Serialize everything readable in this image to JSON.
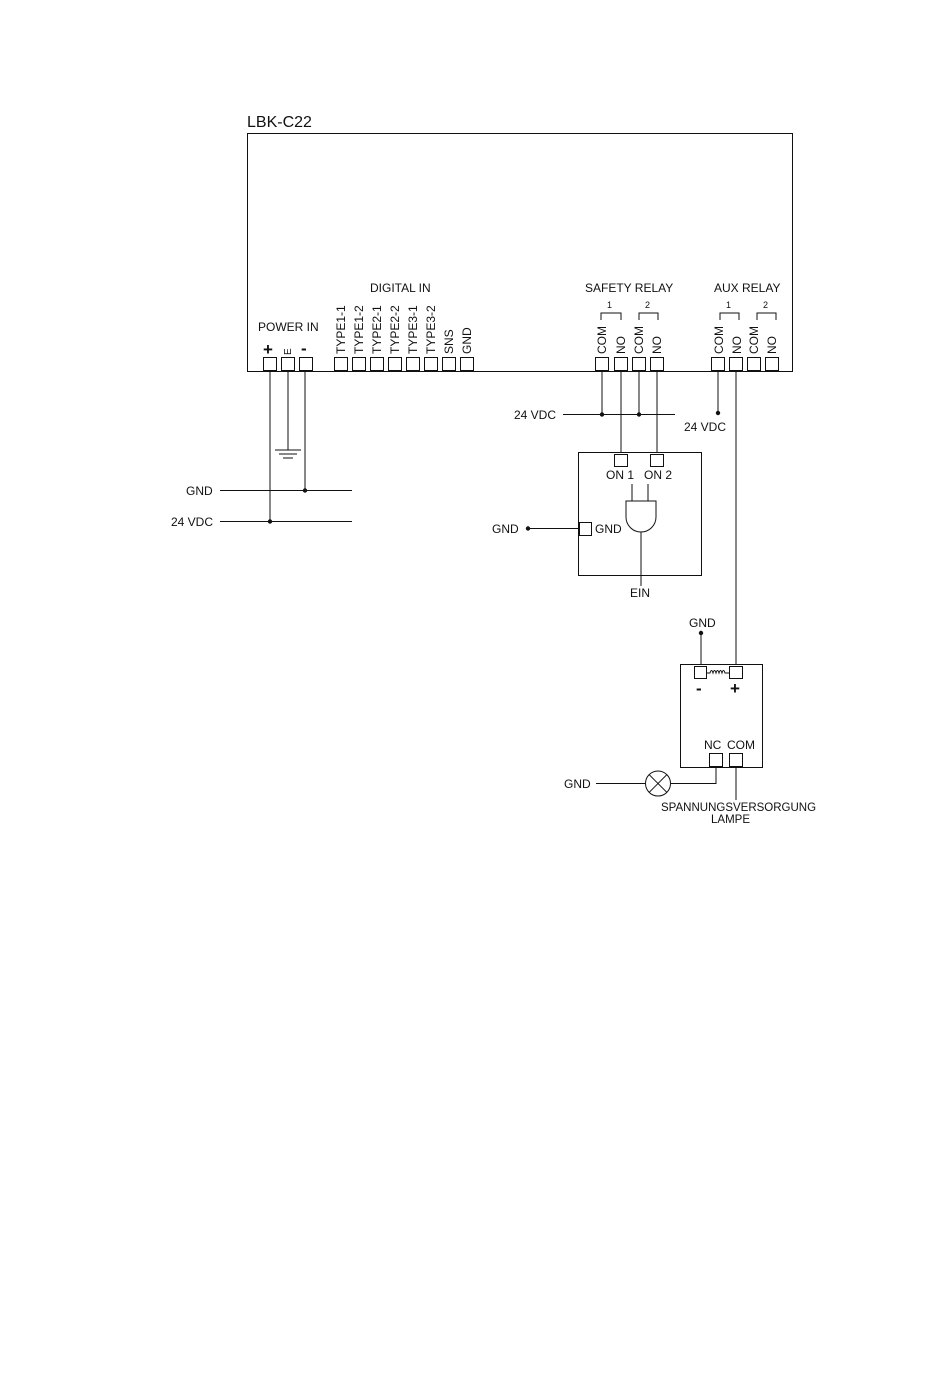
{
  "device": {
    "title": "LBK-C22",
    "power_in": {
      "label": "POWER IN",
      "plus": "+",
      "earth": "E",
      "minus": "-"
    },
    "digital_in": {
      "label": "DIGITAL IN",
      "terminals": [
        "TYPE1-1",
        "TYPE1-2",
        "TYPE2-1",
        "TYPE2-2",
        "TYPE3-1",
        "TYPE3-2",
        "SNS",
        "GND"
      ]
    },
    "safety_relay": {
      "label": "SAFETY RELAY",
      "group1": "1",
      "group2": "2",
      "terminals": [
        "COM",
        "NO",
        "COM",
        "NO"
      ]
    },
    "aux_relay": {
      "label": "AUX RELAY",
      "group1": "1",
      "group2": "2",
      "terminals": [
        "COM",
        "NO",
        "COM",
        "NO"
      ]
    }
  },
  "supply": {
    "gnd": "GND",
    "vdc": "24 VDC"
  },
  "safety_feed": {
    "vdc": "24 VDC"
  },
  "aux_feed": {
    "vdc": "24 VDC"
  },
  "safety_module": {
    "on1": "ON 1",
    "on2": "ON 2",
    "gnd_terminal": "GND",
    "gnd_wire": "GND",
    "output": "EIN"
  },
  "coil_relay": {
    "gnd": "GND",
    "minus": "-",
    "plus": "+",
    "nc": "NC",
    "com": "COM"
  },
  "lamp": {
    "gnd": "GND",
    "supply_line1": "SPANNUNGSVERSORGUNG",
    "supply_line2": "LAMPE"
  }
}
